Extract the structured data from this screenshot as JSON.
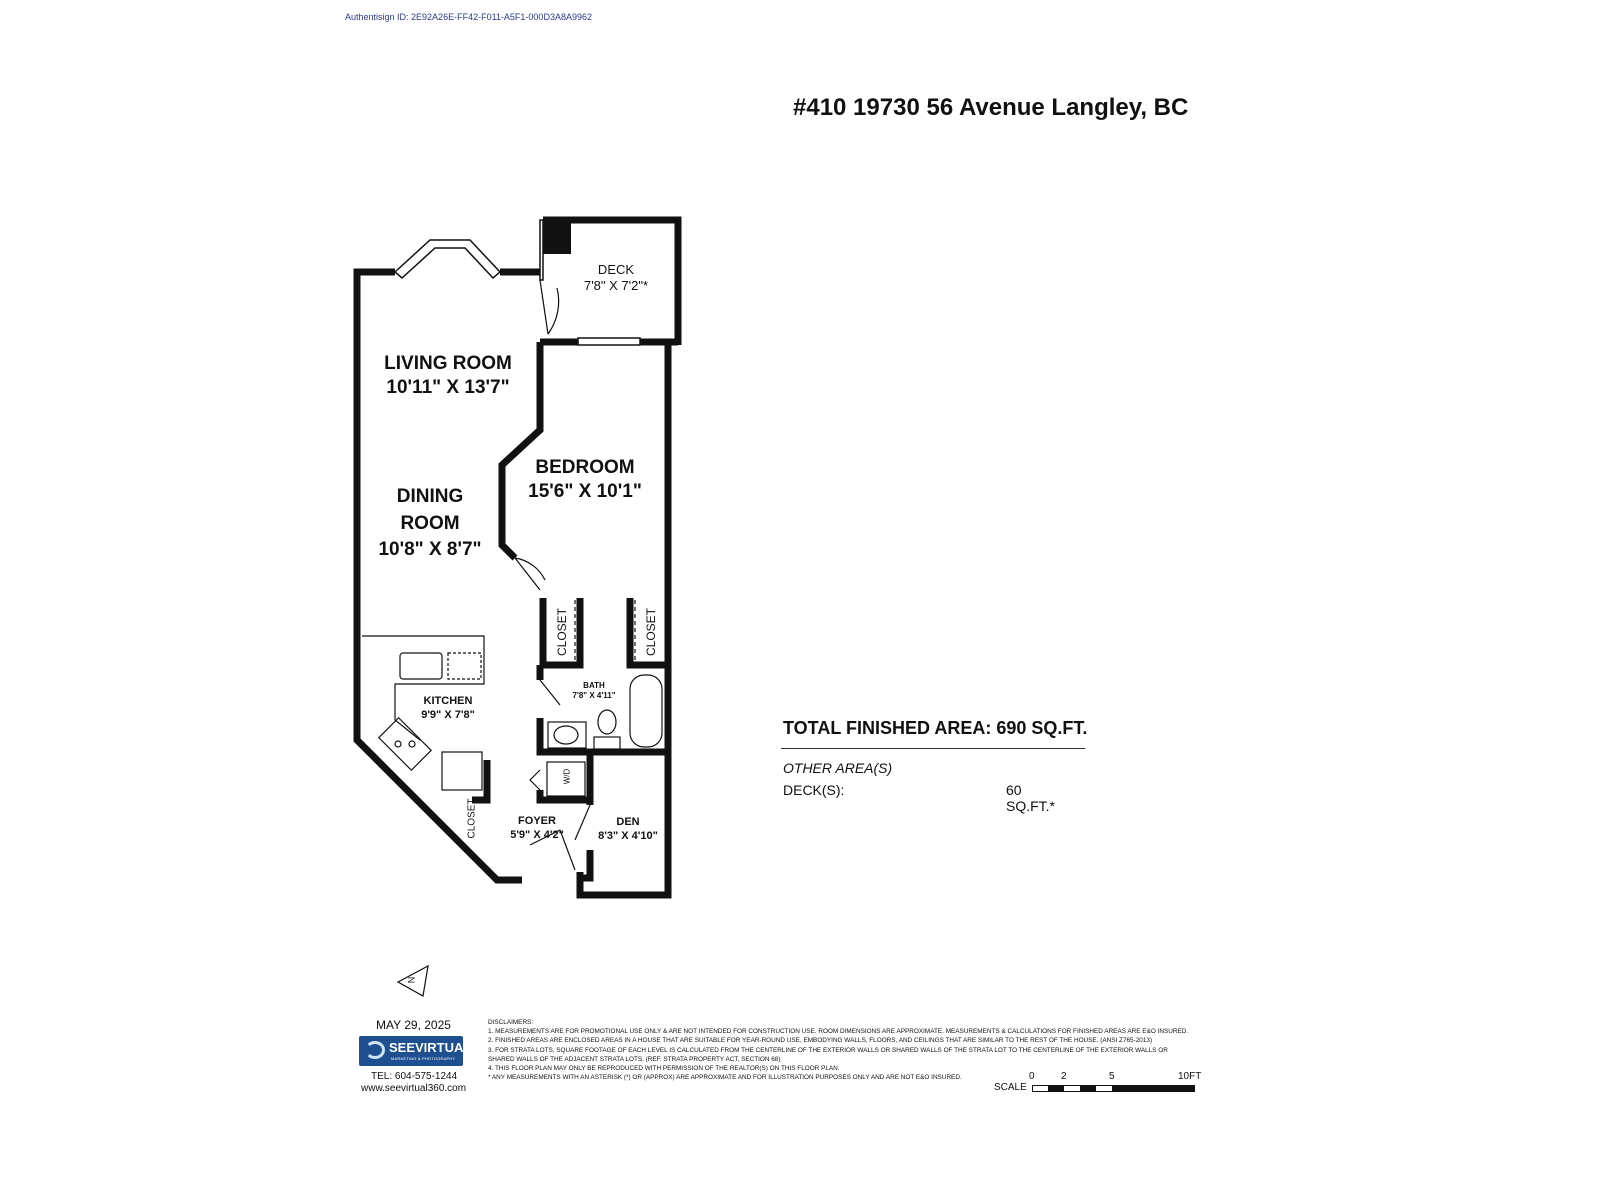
{
  "auth_id": "Authentisign ID: 2E92A26E-FF42-F011-A5F1-000D3A8A9962",
  "title": "#410 19730 56 Avenue Langley, BC",
  "rooms": {
    "deck": {
      "name": "DECK",
      "dims": "7'8\" X 7'2\"*"
    },
    "living": {
      "name": "LIVING ROOM",
      "dims": "10'11\" X 13'7\""
    },
    "bedroom": {
      "name": "BEDROOM",
      "dims": "15'6\" X 10'1\""
    },
    "dining": {
      "name1": "DINING",
      "name2": "ROOM",
      "dims": "10'8\" X 8'7\""
    },
    "kitchen": {
      "name": "KITCHEN",
      "dims": "9'9\" X 7'8\""
    },
    "bath": {
      "name": "BATH",
      "dims": "7'8\" X 4'11\""
    },
    "foyer": {
      "name": "FOYER",
      "dims": "5'9\" X 4'2\""
    },
    "den": {
      "name": "DEN",
      "dims": "8'3\" X 4'10\""
    },
    "closet": "CLOSET",
    "wd": "W/D"
  },
  "area": {
    "total": "TOTAL FINISHED AREA: 690 SQ.FT.",
    "other": "OTHER AREA(S)",
    "deck_label": "DECK(S):",
    "deck_value": "60 SQ.FT.*"
  },
  "footer": {
    "compass": "N",
    "date": "MAY 29, 2025",
    "logo_name": "SEEVIRTUAL",
    "logo_sub": "MARKETING & PHOTOGRAPHY",
    "tel": "TEL: 604-575-1244",
    "web": "www.seevirtual360.com",
    "disclaimers": [
      "DISCLAIMERS:",
      "1. MEASUREMENTS ARE FOR PROMOTIONAL USE ONLY & ARE NOT INTENDED FOR CONSTRUCTION USE. ROOM DIMENSIONS ARE APPROXIMATE. MEASUREMENTS & CALCULATIONS FOR FINISHED AREAS ARE E&O INSURED.",
      "2. FINISHED AREAS ARE ENCLOSED AREAS IN A HOUSE THAT ARE SUITABLE FOR YEAR-ROUND USE, EMBODYING WALLS, FLOORS, AND CEILINGS THAT ARE SIMILAR TO THE REST OF THE HOUSE. (ANSI Z765-2013)",
      "3. FOR STRATA LOTS, SQUARE FOOTAGE OF EACH LEVEL IS CALCULATED FROM THE CENTERLINE OF THE EXTERIOR WALLS OR SHARED WALLS OF THE STRATA LOT TO THE CENTERLINE OF THE EXTERIOR WALLS OR",
      "SHARED WALLS OF THE ADJACENT STRATA LOTS. (REF. STRATA PROPERTY ACT, SECTION 68)",
      "4. THIS FLOOR PLAN MAY ONLY BE REPRODUCED WITH PERMISSION OF THE REALTOR(S) ON THIS FLOOR PLAN.",
      "* ANY MEASUREMENTS WITH AN ASTERISK (*) OR (APPROX) ARE APPROXIMATE AND FOR ILLUSTRATION PURPOSES ONLY AND ARE NOT E&O INSURED."
    ],
    "scale": {
      "label": "SCALE",
      "ticks": [
        "0",
        "2",
        "5",
        "10FT"
      ]
    }
  }
}
